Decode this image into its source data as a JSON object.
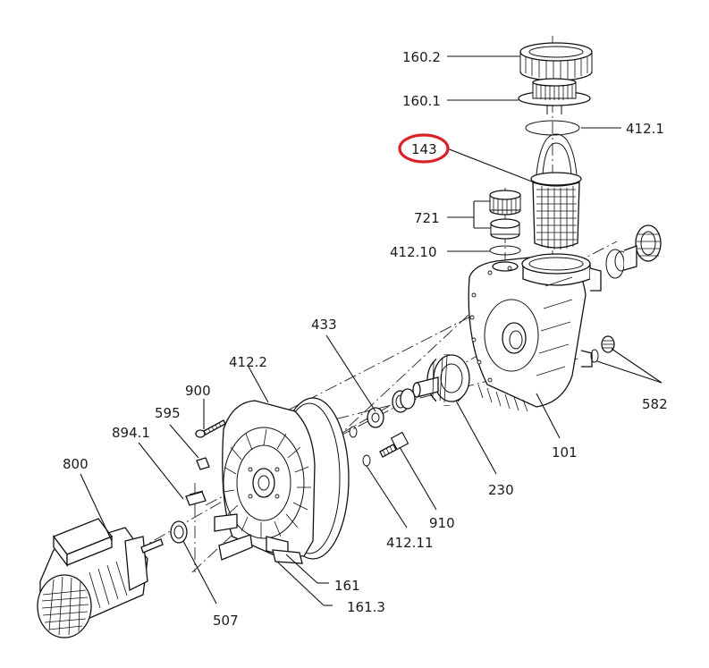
{
  "diagram": {
    "highlight_color": "#d8232a",
    "labels": {
      "l160_2": "160.2",
      "l160_1": "160.1",
      "l412_1": "412.1",
      "l143": "143",
      "l721": "721",
      "l412_10": "412.10",
      "l433": "433",
      "l412_2": "412.2",
      "l900": "900",
      "l595": "595",
      "l894_1": "894.1",
      "l800": "800",
      "l582": "582",
      "l101": "101",
      "l230": "230",
      "l910": "910",
      "l412_11": "412.11",
      "l161": "161",
      "l161_3": "161.3",
      "l507": "507"
    }
  }
}
